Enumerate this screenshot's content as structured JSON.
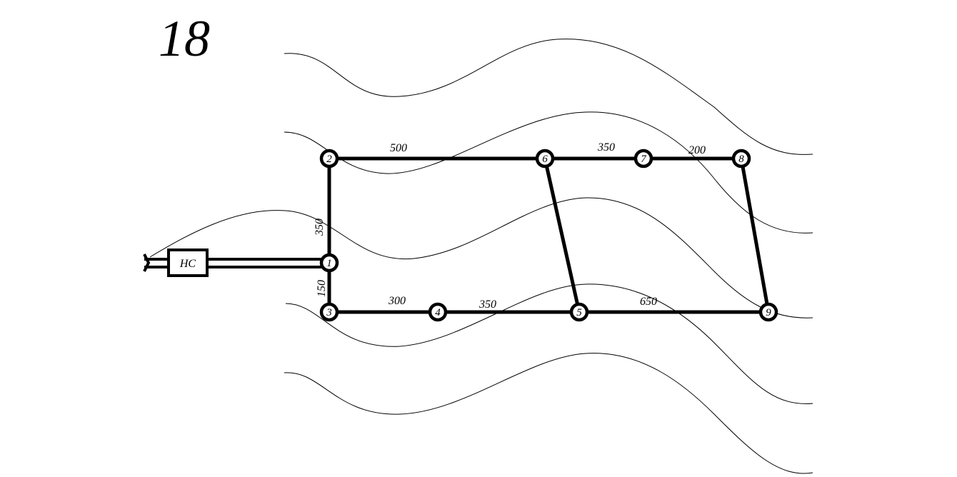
{
  "figure_number": "18",
  "pump_station": {
    "label": "НС"
  },
  "nodes": [
    {
      "id": "n1",
      "label": "1"
    },
    {
      "id": "n2",
      "label": "2"
    },
    {
      "id": "n3",
      "label": "3"
    },
    {
      "id": "n4",
      "label": "4"
    },
    {
      "id": "n5",
      "label": "5"
    },
    {
      "id": "n6",
      "label": "6"
    },
    {
      "id": "n7",
      "label": "7"
    },
    {
      "id": "n8",
      "label": "8"
    },
    {
      "id": "n9",
      "label": "9"
    }
  ],
  "pipes": [
    {
      "from": "n2",
      "to": "n6",
      "length": "500"
    },
    {
      "from": "n6",
      "to": "n7",
      "length": "350"
    },
    {
      "from": "n7",
      "to": "n8",
      "length": "200"
    },
    {
      "from": "n2",
      "to": "n1",
      "length": "350"
    },
    {
      "from": "n1",
      "to": "n3",
      "length": "150"
    },
    {
      "from": "n3",
      "to": "n4",
      "length": "300"
    },
    {
      "from": "n4",
      "to": "n5",
      "length": "350"
    },
    {
      "from": "n5",
      "to": "n9",
      "length": "650"
    },
    {
      "from": "n6",
      "to": "n5",
      "length": ""
    },
    {
      "from": "n8",
      "to": "n9",
      "length": ""
    }
  ]
}
